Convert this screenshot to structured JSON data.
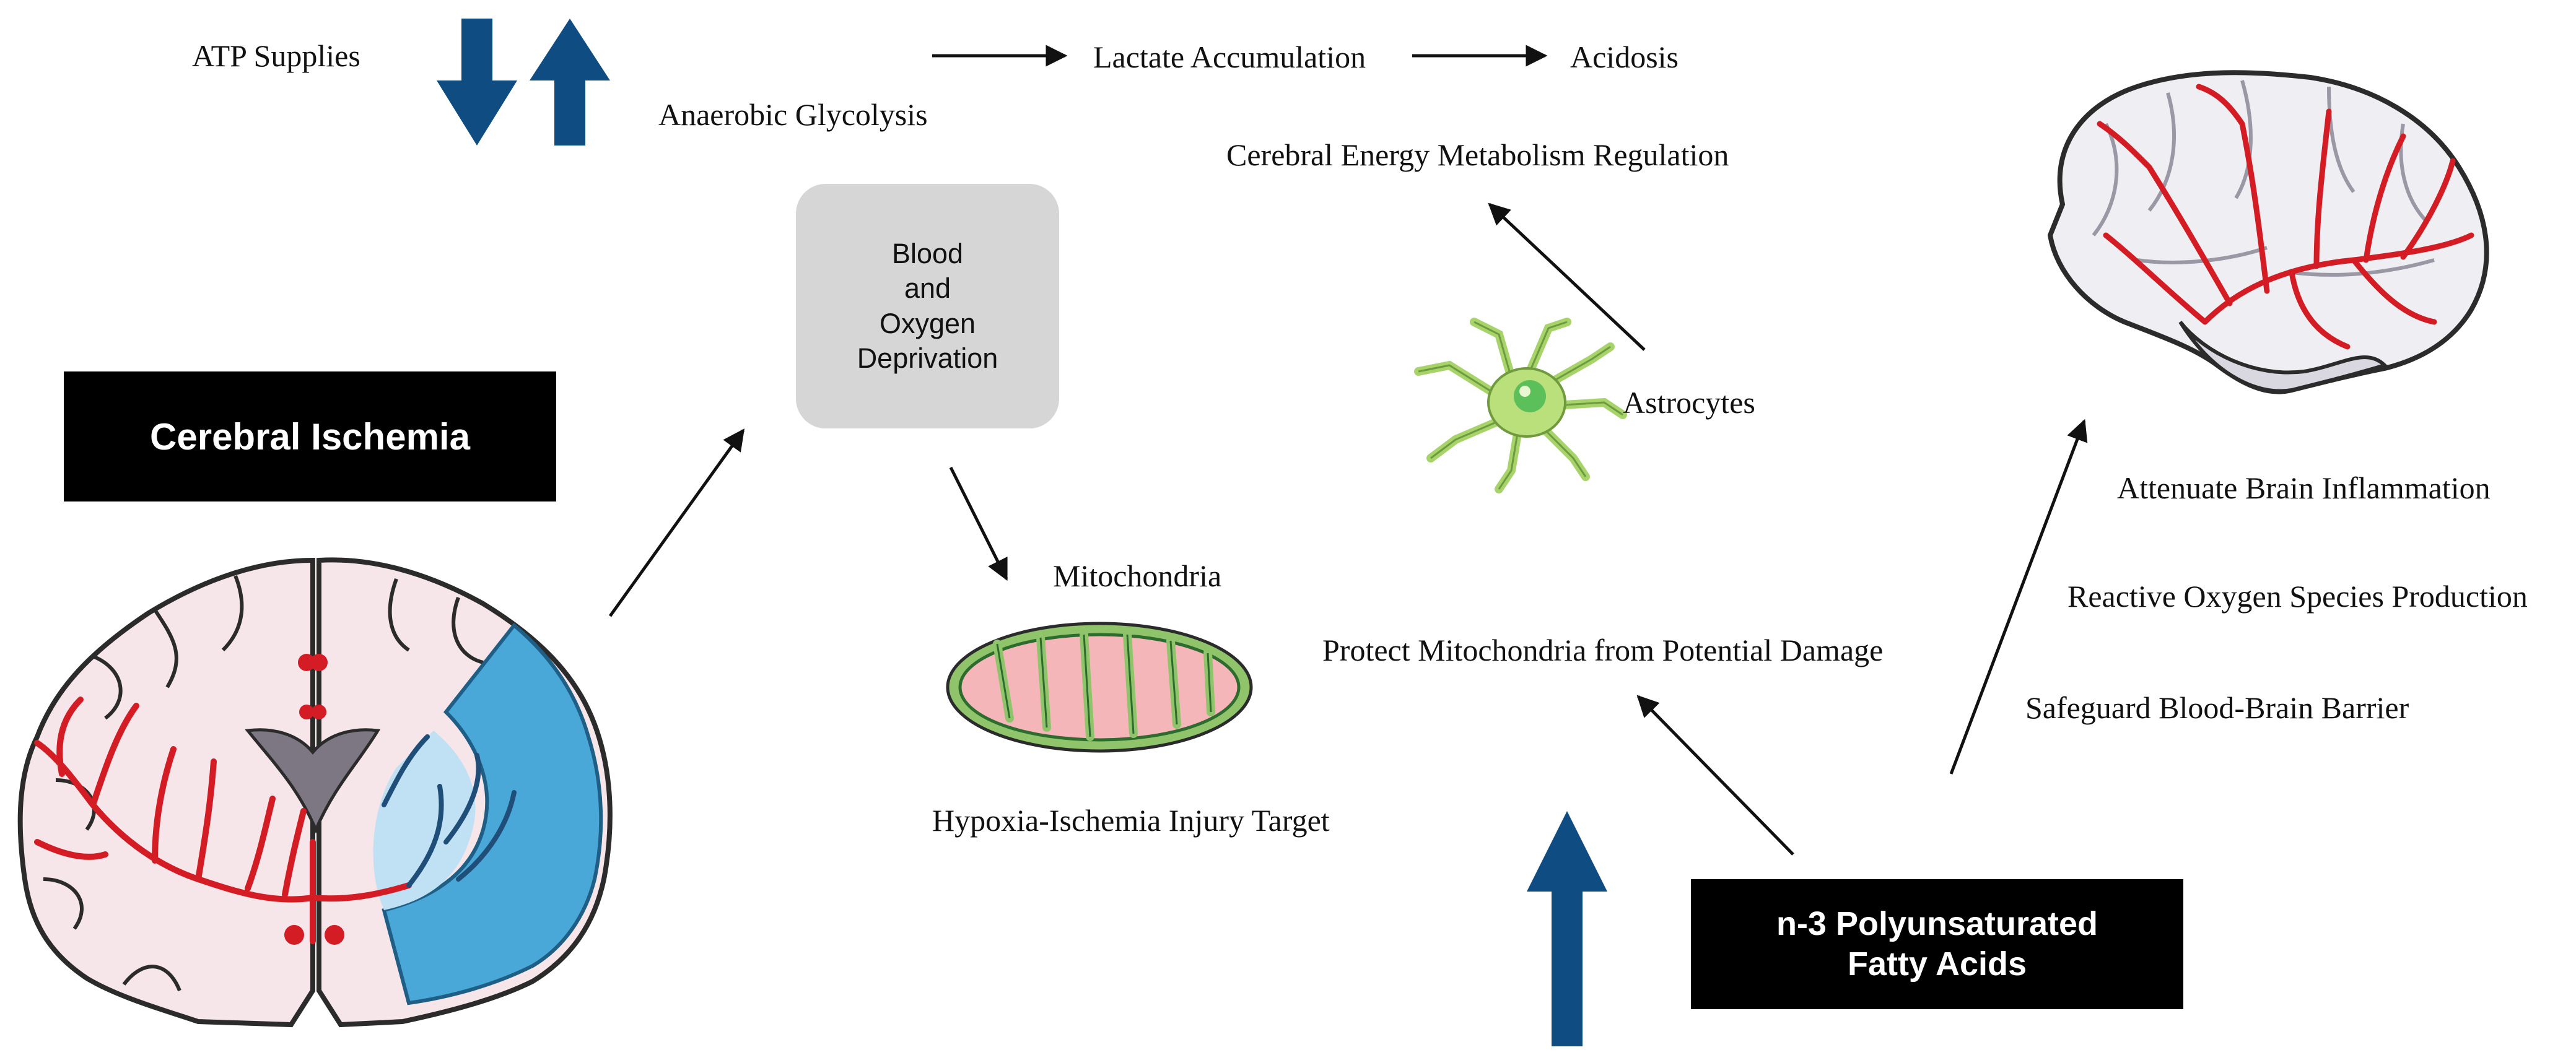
{
  "colors": {
    "arrow_blue": "#0f4c81",
    "ischemia_blue": "#4aa8d8",
    "vessel_red": "#d41c24",
    "box_grey": "#d6d6d6",
    "mito_green": "#6ab04c",
    "mito_pink": "#f4b6b8",
    "astro_green": "#a6d46a"
  },
  "icons": [
    "coronal-brain-section",
    "lateral-brain",
    "mitochondrion",
    "astrocyte",
    "down-arrow",
    "up-arrow"
  ],
  "boxes": {
    "cerebral_ischemia": "Cerebral Ischemia",
    "deprivation_lines": [
      "Blood",
      "and",
      "Oxygen",
      "Deprivation"
    ],
    "pufa_lines": [
      "n-3 Polyunsaturated",
      "Fatty Acids"
    ]
  },
  "labels": {
    "atp_supplies": "ATP Supplies",
    "anaerobic_glycolysis": "Anaerobic Glycolysis",
    "lactate_accumulation": "Lactate Accumulation",
    "acidosis": "Acidosis",
    "energy_regulation": "Cerebral Energy Metabolism Regulation",
    "astrocytes": "Astrocytes",
    "mitochondria": "Mitochondria",
    "injury_target": "Hypoxia-Ischemia Injury Target",
    "protect_mitochondria": "Protect Mitochondria from Potential Damage",
    "attenuate_inflammation": "Attenuate Brain Inflammation",
    "ros_production": "Reactive Oxygen Species Production",
    "safeguard_bbb": "Safeguard Blood-Brain Barrier"
  }
}
